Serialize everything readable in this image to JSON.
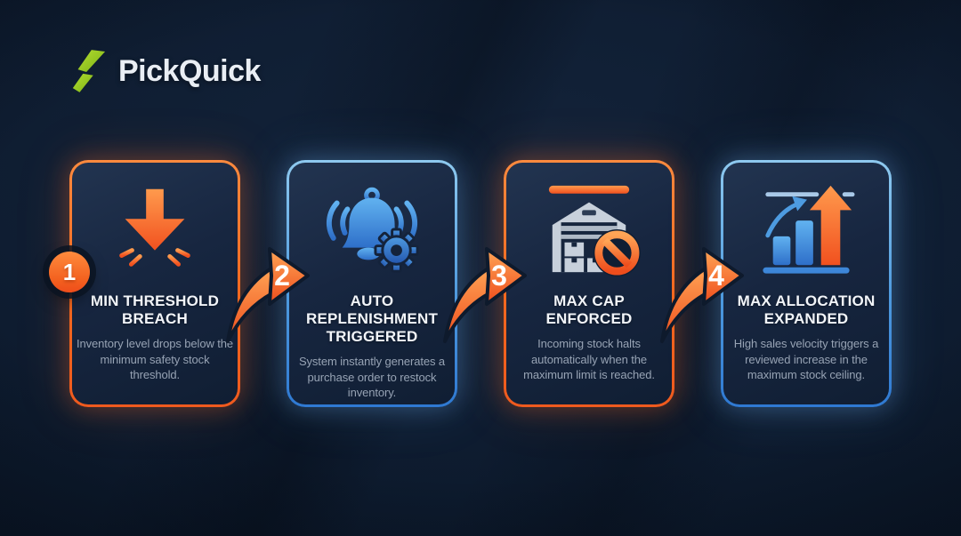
{
  "brand": {
    "name": "PickQuick",
    "logo_icon": "green-lightning-bolt-icon",
    "logo_color": "#8fc31f"
  },
  "colors": {
    "background": "#0e1c30",
    "card_fill": "#172640",
    "orange_accent": "#f3681f",
    "orange_light": "#ff9447",
    "blue_accent": "#2f79d2",
    "blue_light": "#8ec9ef",
    "title_text": "#f2f5f9",
    "description_text": "#97a3b4"
  },
  "steps": [
    {
      "number": "1",
      "marker": "circle-badge",
      "accent": "orange",
      "icon": "down-arrow-impact-icon",
      "title": "MIN THRESHOLD BREACH",
      "description": "Inventory level drops below the minimum safety stock threshold."
    },
    {
      "number": "2",
      "marker": "swoosh-arrow",
      "accent": "blue",
      "icon": "alert-bell-gear-icon",
      "title": "AUTO REPLENISHMENT TRIGGERED",
      "description": "System instantly generates a purchase order to restock inventory."
    },
    {
      "number": "3",
      "marker": "swoosh-arrow",
      "accent": "orange",
      "icon": "warehouse-blocked-icon",
      "title": "MAX CAP ENFORCED",
      "description": "Incoming stock halts automatically when the maximum limit is reached."
    },
    {
      "number": "4",
      "marker": "swoosh-arrow",
      "accent": "blue",
      "icon": "growth-chart-expand-icon",
      "title": "MAX ALLOCATION EXPANDED",
      "description": "High sales velocity triggers a reviewed increase in the maximum stock ceiling."
    }
  ]
}
